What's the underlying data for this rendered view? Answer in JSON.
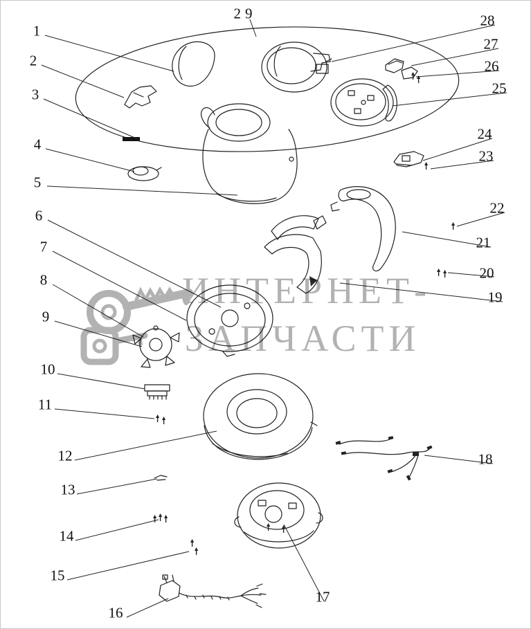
{
  "page": {
    "background_color": "#ffffff",
    "line_color": "#1f1f1f"
  },
  "watermark": {
    "line1": "ИНТЕРНЕТ-",
    "line2": "ЗАПЧАСТИ",
    "color": "#949494"
  },
  "callouts": [
    {
      "label": "1"
    },
    {
      "label": "2"
    },
    {
      "label": "3"
    },
    {
      "label": "4"
    },
    {
      "label": "5"
    },
    {
      "label": "6"
    },
    {
      "label": "7"
    },
    {
      "label": "8"
    },
    {
      "label": "9"
    },
    {
      "label": "10"
    },
    {
      "label": "11"
    },
    {
      "label": "12"
    },
    {
      "label": "13"
    },
    {
      "label": "14"
    },
    {
      "label": "15"
    },
    {
      "label": "16"
    },
    {
      "label": "17"
    },
    {
      "label": "18"
    },
    {
      "label": "19"
    },
    {
      "label": "20"
    },
    {
      "label": "21"
    },
    {
      "label": "22"
    },
    {
      "label": "23"
    },
    {
      "label": "24"
    },
    {
      "label": "25"
    },
    {
      "label": "26"
    },
    {
      "label": "27"
    },
    {
      "label": "28"
    },
    {
      "label": "29"
    }
  ]
}
